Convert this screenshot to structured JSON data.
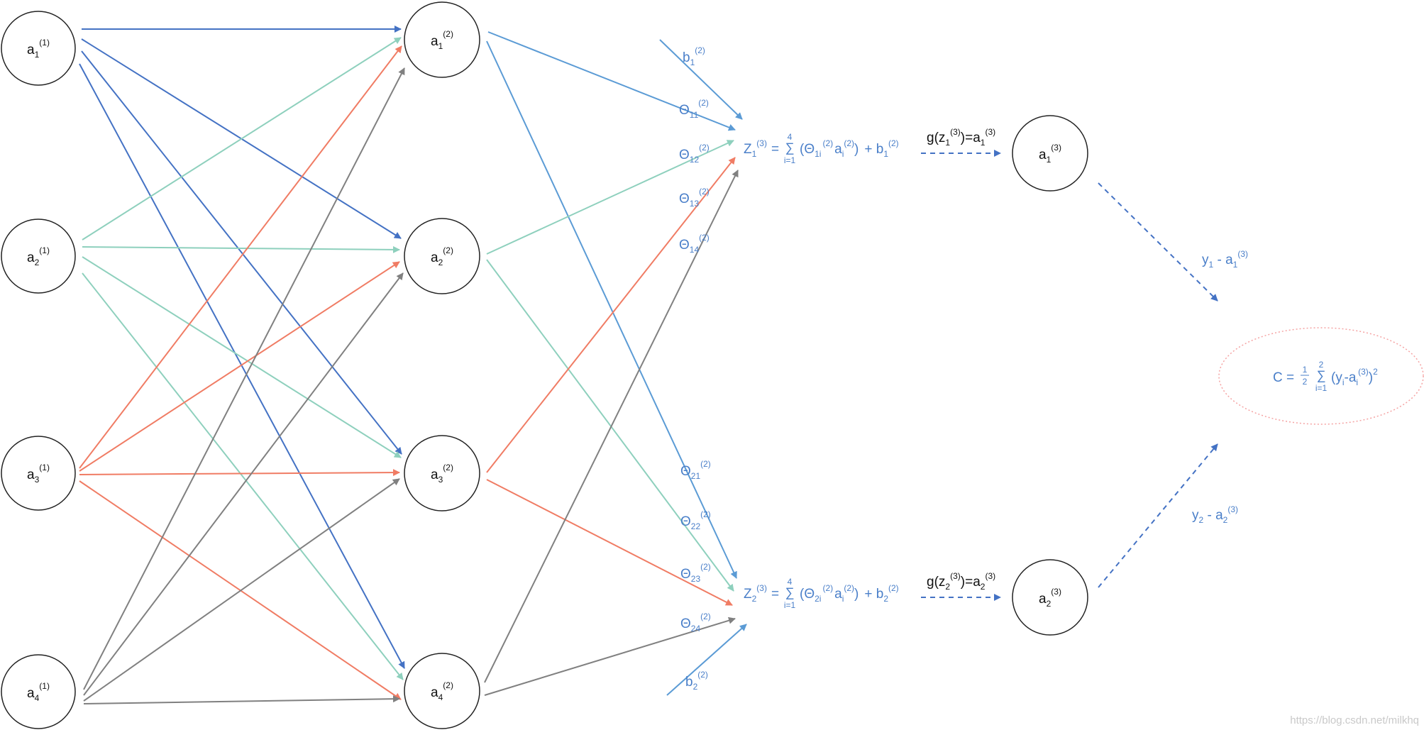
{
  "colors": {
    "blue_dark": "#4472c4",
    "blue_light": "#5b9bd5",
    "teal": "#8ed0bd",
    "salmon": "#f07c64",
    "gray": "#808080",
    "text_blue": "#4a7fc9",
    "ellipse": "#f5a3a3"
  },
  "layer1": [
    {
      "base": "a",
      "sub": "1",
      "sup": "(1)"
    },
    {
      "base": "a",
      "sub": "2",
      "sup": "(1)"
    },
    {
      "base": "a",
      "sub": "3",
      "sup": "(1)"
    },
    {
      "base": "a",
      "sub": "4",
      "sup": "(1)"
    }
  ],
  "layer2": [
    {
      "base": "a",
      "sub": "1",
      "sup": "(2)"
    },
    {
      "base": "a",
      "sub": "2",
      "sup": "(2)"
    },
    {
      "base": "a",
      "sub": "3",
      "sup": "(2)"
    },
    {
      "base": "a",
      "sub": "4",
      "sup": "(2)"
    }
  ],
  "layer3": [
    {
      "base": "a",
      "sub": "1",
      "sup": "(3)"
    },
    {
      "base": "a",
      "sub": "2",
      "sup": "(3)"
    }
  ],
  "weights": {
    "b1": {
      "base": "b",
      "sub": "1",
      "sup": "(2)"
    },
    "b2": {
      "base": "b",
      "sub": "2",
      "sup": "(2)"
    },
    "theta": [
      {
        "base": "Θ",
        "sub": "11",
        "sup": "(2)"
      },
      {
        "base": "Θ",
        "sub": "12",
        "sup": "(2)"
      },
      {
        "base": "Θ",
        "sub": "13",
        "sup": "(2)"
      },
      {
        "base": "Θ",
        "sub": "14",
        "sup": "(2)"
      },
      {
        "base": "Θ",
        "sub": "21",
        "sup": "(2)"
      },
      {
        "base": "Θ",
        "sub": "22",
        "sup": "(2)"
      },
      {
        "base": "Θ",
        "sub": "23",
        "sup": "(2)"
      },
      {
        "base": "Θ",
        "sub": "24",
        "sup": "(2)"
      }
    ]
  },
  "z_equations": [
    {
      "lhs_base": "Z",
      "lhs_sub": "1",
      "lhs_sup": "(3)",
      "eq": "=",
      "sum_top": "4",
      "sum_sym": "∑",
      "sum_bot": "i=1",
      "open": "(Θ",
      "theta_sub": "1i",
      "theta_sup": "(2)",
      "a": "a",
      "a_sub": "i",
      "a_sup": "(2)",
      "close": ")",
      "plus": "+ b",
      "b_sub": "1",
      "b_sup": "(2)"
    },
    {
      "lhs_base": "Z",
      "lhs_sub": "2",
      "lhs_sup": "(3)",
      "eq": "=",
      "sum_top": "4",
      "sum_sym": "∑",
      "sum_bot": "i=1",
      "open": "(Θ",
      "theta_sub": "2i",
      "theta_sup": "(2)",
      "a": "a",
      "a_sub": "i",
      "a_sup": "(2)",
      "close": ")",
      "plus": "+ b",
      "b_sub": "2",
      "b_sup": "(2)"
    }
  ],
  "activations": [
    {
      "g": "g(z",
      "z_sub": "1",
      "z_sup": "(3)",
      "mid": ")=a",
      "a_sub": "1",
      "a_sup": "(3)"
    },
    {
      "g": "g(z",
      "z_sub": "2",
      "z_sup": "(3)",
      "mid": ")=a",
      "a_sub": "2",
      "a_sup": "(3)"
    }
  ],
  "errors": [
    {
      "y": "y",
      "y_sub": "1",
      "minus": " - a",
      "a_sub": "1",
      "a_sup": "(3)"
    },
    {
      "y": "y",
      "y_sub": "2",
      "minus": " - a",
      "a_sub": "2",
      "a_sup": "(3)"
    }
  ],
  "cost": {
    "lhs": "C =",
    "frac_num": "1",
    "frac_den": "2",
    "sum_top": "2",
    "sum_sym": "∑",
    "sum_bot": "i=1",
    "body": "(y",
    "y_sub": "i",
    "mid": "-a",
    "a_sub": "i",
    "a_sup": "(3)",
    "close": ")",
    "pow": "2"
  },
  "watermark": "https://blog.csdn.net/milkhq"
}
